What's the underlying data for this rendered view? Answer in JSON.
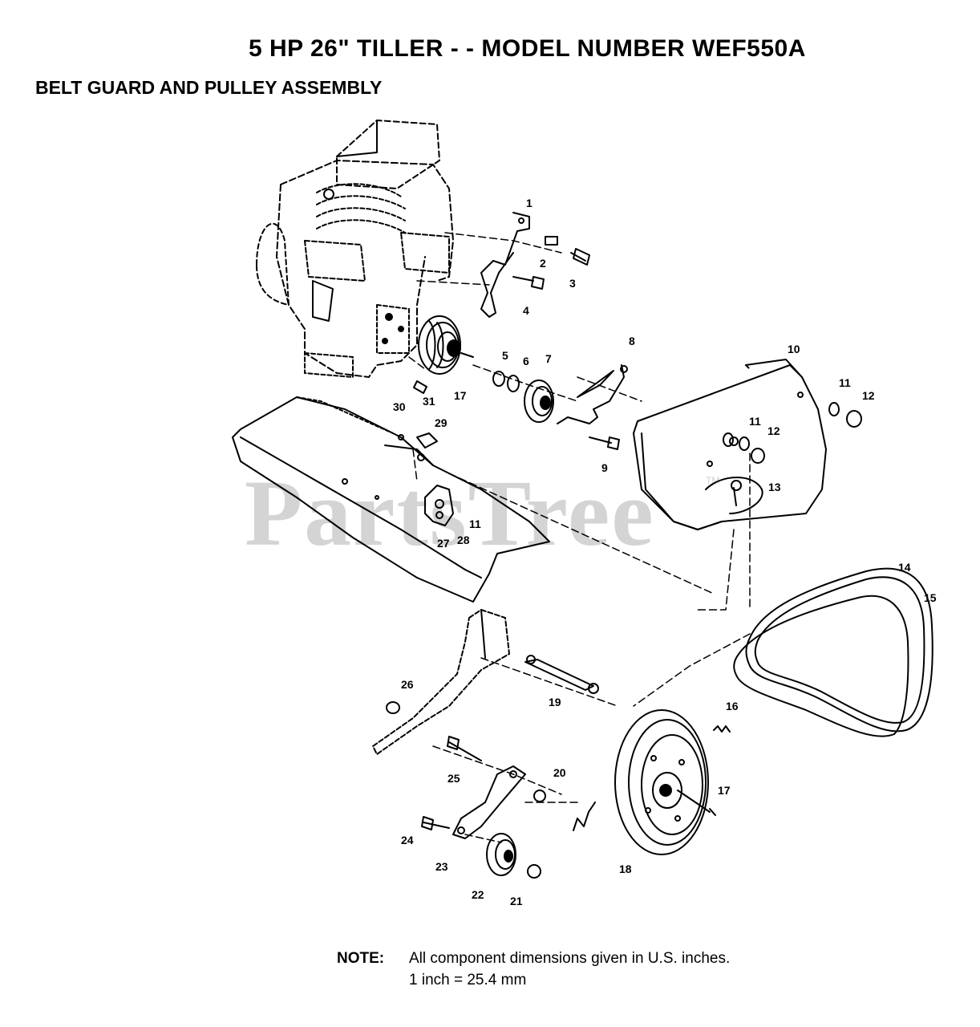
{
  "title": "5 HP  26\" TILLER - - MODEL NUMBER WEF550A",
  "subtitle": "BELT GUARD AND PULLEY ASSEMBLY",
  "watermark": "PartsTree",
  "trademark": "TM",
  "note": {
    "label": "NOTE:",
    "line1": "All component dimensions given in U.S. inches.",
    "line2": "1 inch = 25.4 mm"
  },
  "callouts": [
    "1",
    "2",
    "3",
    "4",
    "5",
    "6",
    "7",
    "8",
    "9",
    "10",
    "11",
    "12",
    "11",
    "12",
    "13",
    "14",
    "15",
    "16",
    "17",
    "18",
    "19",
    "20",
    "21",
    "22",
    "23",
    "24",
    "25",
    "26",
    "27",
    "28",
    "29",
    "30",
    "31",
    "17",
    "11"
  ]
}
